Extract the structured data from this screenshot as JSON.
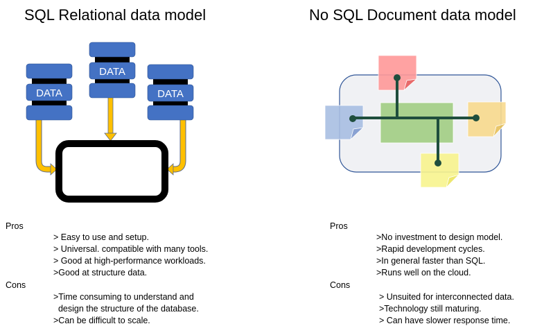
{
  "left": {
    "title": "SQL Relational data model",
    "diagram": {
      "databases": [
        {
          "label": "DATA"
        },
        {
          "label": "DATA"
        },
        {
          "label": "DATA"
        }
      ],
      "colors": {
        "db_fill": "#4472C4",
        "db_band": "#000000",
        "arrow": "#FFC000",
        "container_border": "#000000"
      }
    },
    "pros_label": "Pros",
    "pros": [
      "> Easy to use and setup.",
      "> Universal. compatible with many tools.",
      "> Good at high-performance workloads.",
      ">Good at structure data."
    ],
    "cons_label": "Cons",
    "cons": [
      ">Time consuming to understand and",
      "  design the structure of the database.",
      ">Can be difficult to scale."
    ]
  },
  "right": {
    "title": "No SQL Document data model",
    "diagram": {
      "colors": {
        "container_fill": "#F0F1F4",
        "container_border": "#2F5597",
        "center_block": "#A9D18E",
        "connector": "#1F4E3D",
        "note_red": "#FF9999",
        "note_red_fold": "#E85C5C",
        "note_blue": "#A9BFE3",
        "note_blue_fold": "#7F9ACF",
        "note_orange": "#F8DA8E",
        "note_orange_fold": "#E9C25A",
        "note_yellow": "#F8F48E",
        "note_yellow_fold": "#ECE55E"
      }
    },
    "pros_label": "Pros",
    "pros": [
      ">No investment to design model.",
      ">Rapid development cycles.",
      ">In general faster than SQL.",
      ">Runs well on the cloud."
    ],
    "cons_label": "Cons",
    "cons": [
      "> Unsuited for interconnected data.",
      ">Technology still maturing.",
      "> Can have slower response time."
    ]
  }
}
